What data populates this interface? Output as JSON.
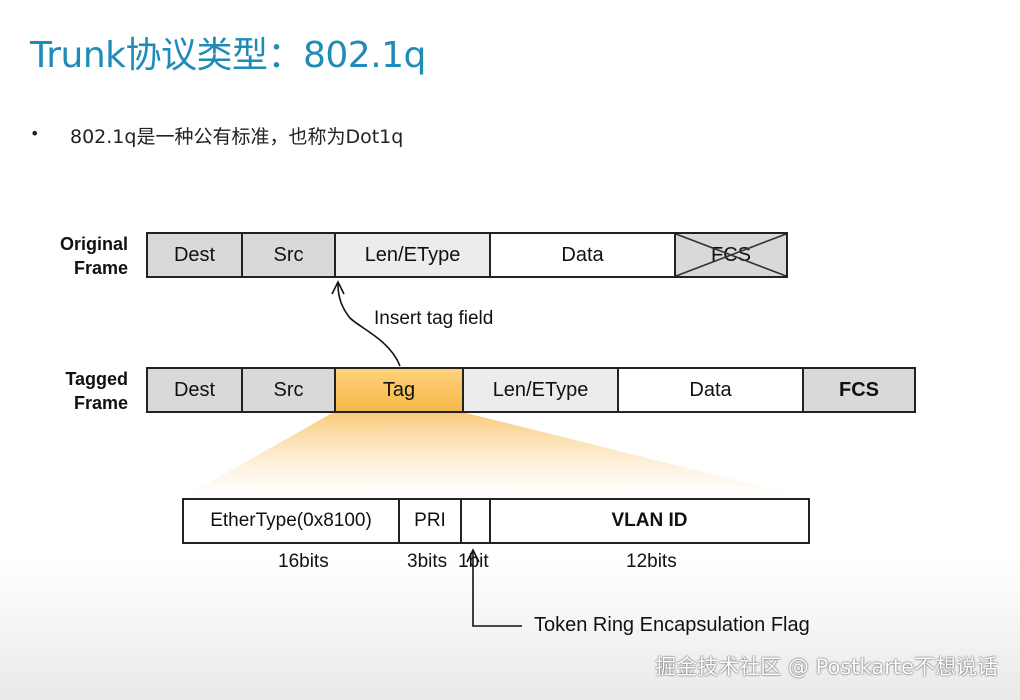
{
  "slide": {
    "title": "Trunk协议类型：802.1q",
    "bullet": "802.1q是一种公有标准，也称为Dot1q"
  },
  "original_frame": {
    "label_line1": "Original",
    "label_line2": "Frame",
    "fields": [
      "Dest",
      "Src",
      "Len/EType",
      "Data",
      "FCS"
    ]
  },
  "annotation_insert": "Insert tag field",
  "tagged_frame": {
    "label_line1": "Tagged",
    "label_line2": "Frame",
    "fields": [
      "Dest",
      "Src",
      "Tag",
      "Len/EType",
      "Data",
      "FCS"
    ]
  },
  "tag_detail": {
    "fields": [
      "EtherType(0x8100)",
      "PRI",
      "",
      "VLAN ID"
    ],
    "sizes": [
      "16bits",
      "3bits",
      "1bit",
      "12bits"
    ]
  },
  "annotation_flag": "Token Ring Encapsulation Flag",
  "watermark": "掘金技术社区 @ Postkarte不想说话",
  "colors": {
    "title": "#1f8bb8",
    "tag_highlight": "#f5b84a",
    "field_gray": "#d9d9d9"
  }
}
